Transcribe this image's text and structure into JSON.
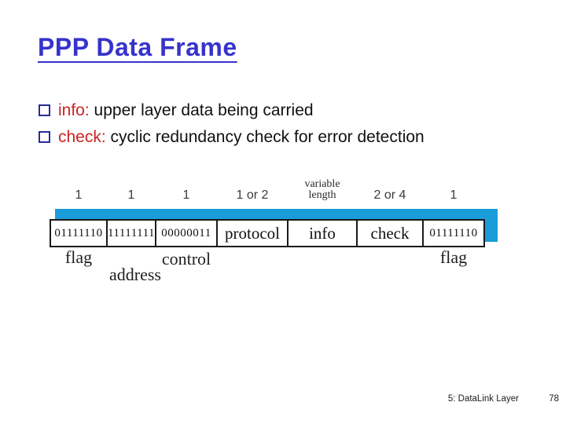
{
  "title": "PPP Data Frame",
  "bullets": [
    {
      "term": "info:",
      "text": " upper layer data being carried"
    },
    {
      "term": "check:",
      "text": "  cyclic redundancy check for error detection"
    }
  ],
  "frame_diagram": {
    "fields": [
      {
        "size": "1",
        "value": "01111110",
        "label": "flag"
      },
      {
        "size": "1",
        "value": "11111111",
        "label": "address"
      },
      {
        "size": "1",
        "value": "00000011",
        "label": "control"
      },
      {
        "size": "1 or 2",
        "value": "protocol",
        "label": ""
      },
      {
        "size": "variable length",
        "value": "info",
        "label": ""
      },
      {
        "size": "2 or 4",
        "value": "check",
        "label": ""
      },
      {
        "size": "1",
        "value": "01111110",
        "label": "flag"
      }
    ],
    "colors": {
      "bar_blue": "#1a9cd8",
      "box_border": "#1a1a1a",
      "box_fill": "#ffffff"
    }
  },
  "footer": {
    "section": "5: DataLink Layer",
    "page": "78"
  },
  "colors": {
    "title": "#3633cc",
    "bullet_term_red": "#cc2222",
    "bullet_square_blue": "#2a2a99",
    "body_text": "#101010",
    "background": "#ffffff"
  }
}
